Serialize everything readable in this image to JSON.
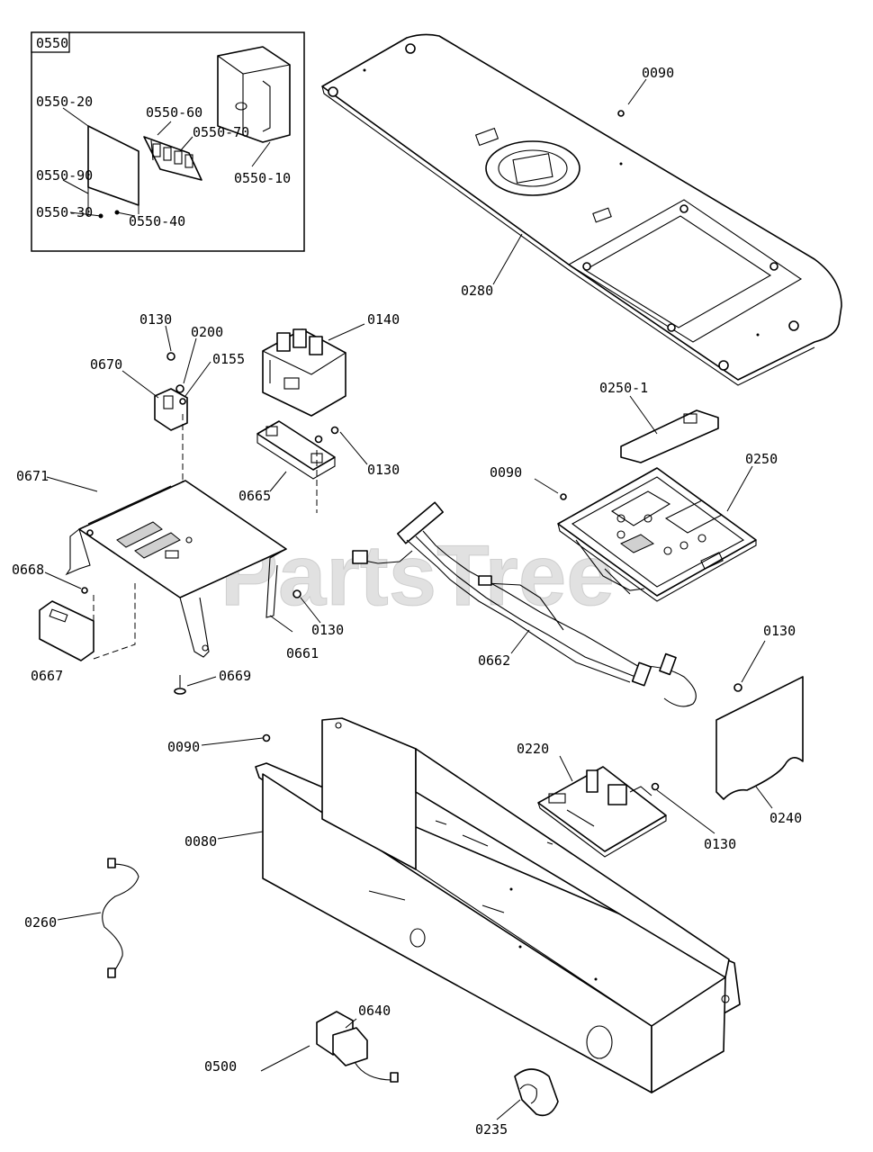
{
  "watermark": "PartsTree",
  "inset": {
    "title": "0550",
    "labels": {
      "p0550_10": "0550-10",
      "p0550_20": "0550-20",
      "p0550_30": "0550-30",
      "p0550_40": "0550-40",
      "p0550_60": "0550-60",
      "p0550_70": "0550-70",
      "p0550_90": "0550-90"
    }
  },
  "labels": {
    "l0090_top": "0090",
    "l0280": "0280",
    "l0130_a": "0130",
    "l0200": "0200",
    "l0155": "0155",
    "l0140": "0140",
    "l0670": "0670",
    "l0130_b": "0130",
    "l0665": "0665",
    "l0671": "0671",
    "l0668": "0668",
    "l0661": "0661",
    "l0130_c": "0130",
    "l0667": "0667",
    "l0669": "0669",
    "l0250_1": "0250-1",
    "l0090_mid": "0090",
    "l0250": "0250",
    "l0662": "0662",
    "l0130_d": "0130",
    "l0090_low": "0090",
    "l0220": "0220",
    "l0240": "0240",
    "l0130_e": "0130",
    "l0080": "0080",
    "l0260": "0260",
    "l0640": "0640",
    "l0500": "0500",
    "l0235": "0235"
  }
}
